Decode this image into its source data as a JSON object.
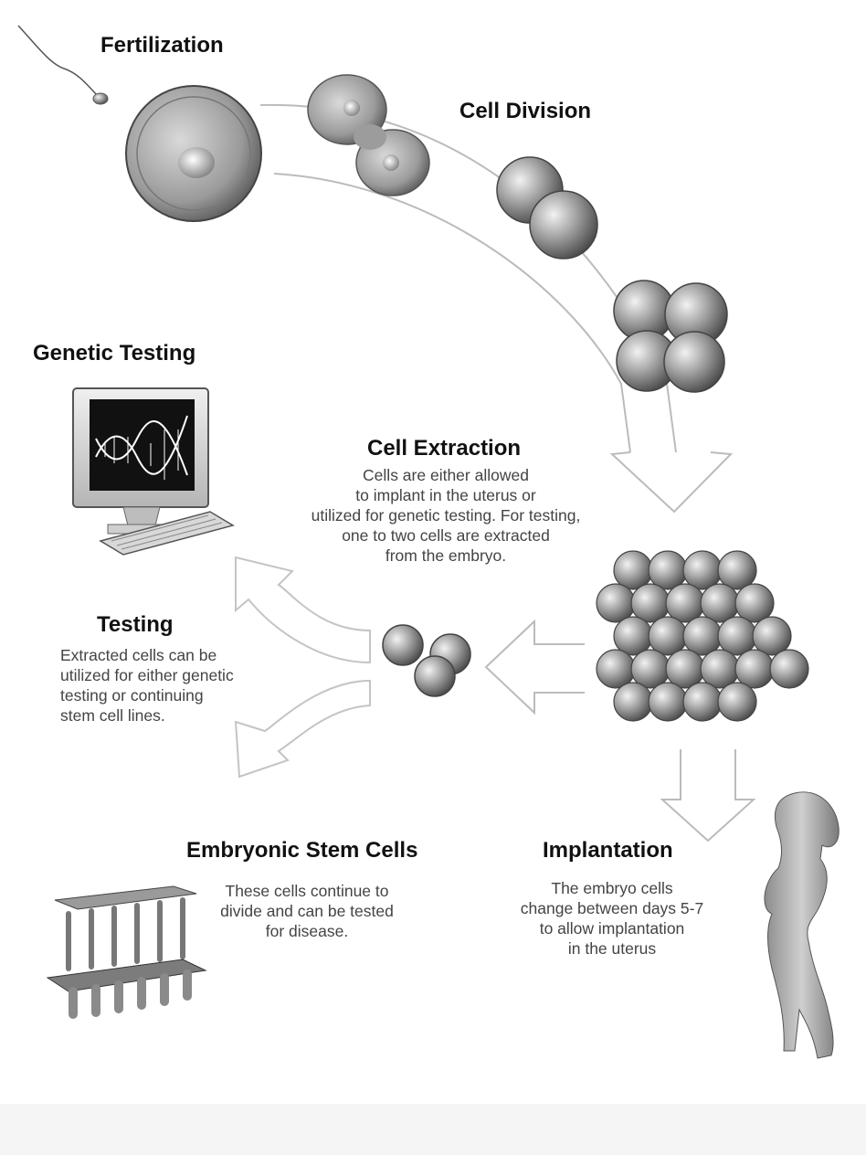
{
  "stages": {
    "fertilization": {
      "title": "Fertilization"
    },
    "cell_division": {
      "title": "Cell Division"
    },
    "genetic_testing": {
      "title": "Genetic Testing"
    },
    "cell_extraction": {
      "title": "Cell Extraction",
      "lines": [
        "Cells are either allowed",
        "to implant in the uterus or",
        "utilized for genetic testing. For testing,",
        "one to two cells are extracted",
        "from the embryo."
      ]
    },
    "testing": {
      "title": "Testing",
      "lines": [
        "Extracted cells can be",
        "utilized for either genetic",
        "testing or continuing",
        "stem cell lines."
      ]
    },
    "embryonic_stem_cells": {
      "title": "Embryonic Stem Cells",
      "lines": [
        "These cells continue to",
        "divide and can be tested",
        "for disease."
      ]
    },
    "implantation": {
      "title": "Implantation",
      "lines": [
        "The embryo cells",
        "change between days 5-7",
        "to allow implantation",
        "in the uterus"
      ]
    }
  },
  "icons": [
    "sperm-icon",
    "egg-cell-icon",
    "dividing-cell-icon",
    "two-cell-icon",
    "four-cell-icon",
    "computer-monitor-icon",
    "dna-helix-icon",
    "keyboard-icon",
    "blastocyst-icon",
    "extracted-cells-icon",
    "test-tube-rack-icon",
    "pregnant-woman-icon"
  ],
  "colors": {
    "background": "#ffffff",
    "title_text": "#111111",
    "body_text": "#444444",
    "arrow_stroke": "#bbbbbb"
  }
}
